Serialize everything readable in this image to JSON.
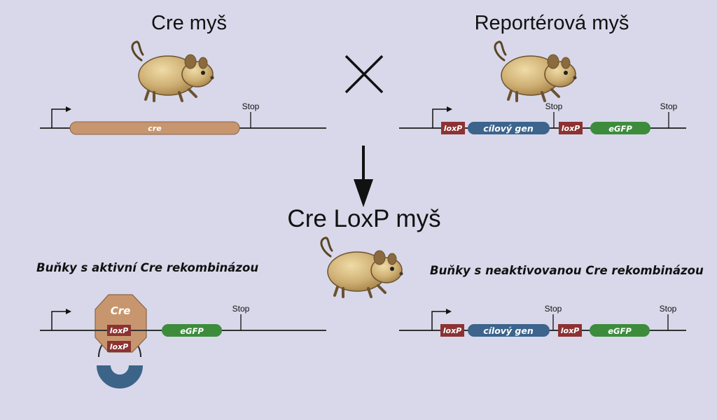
{
  "titles": {
    "cre_mouse": "Cre myš",
    "reporter_mouse": "Reportérová myš",
    "cross_mouse": "Cre LoxP myš"
  },
  "captions": {
    "active": "Buňky s aktivní Cre rekombinázou",
    "inactive": "Buňky s neaktivovanou Cre rekombinázou"
  },
  "labels": {
    "cre_gene": "cre",
    "loxp": "loxP",
    "target_gene": "cílový gen",
    "egfp": "eGFP",
    "stop": "Stop",
    "cre_enzyme": "Cre"
  },
  "colors": {
    "background": "#d8d8ea",
    "cre": "#c8966e",
    "loxp": "#8c3232",
    "target_gene": "#3c648c",
    "egfp": "#3c8c3c",
    "loop": "#3c6488"
  }
}
